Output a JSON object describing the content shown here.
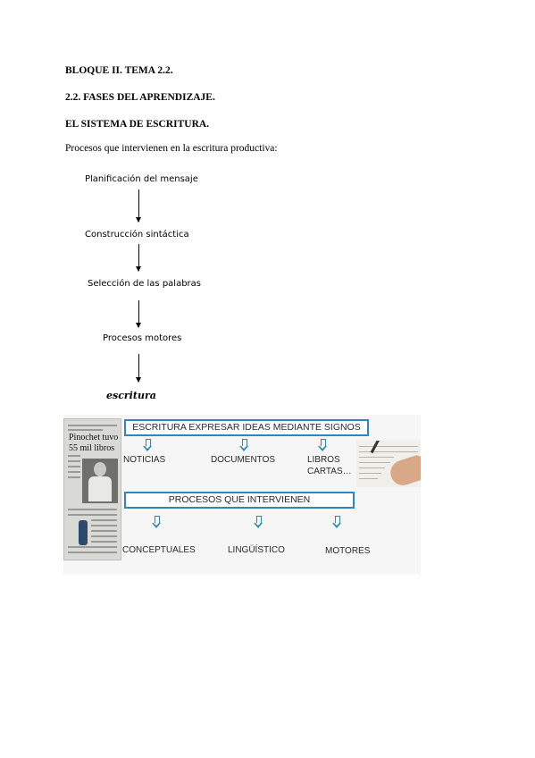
{
  "heading1": "BLOQUE II. TEMA 2.2.",
  "heading2": "2.2. FASES DEL APRENDIZAJE.",
  "heading3": "EL SISTEMA DE ESCRITURA.",
  "intro": "Procesos que intervienen en la escritura productiva:",
  "flow": {
    "steps": [
      "Planificación del mensaje",
      "Construcción sintáctica",
      "Selección de las palabras",
      "Procesos motores"
    ],
    "result": "escritura"
  },
  "graphic": {
    "newspaper": {
      "headline_line1": "Pinochet tuvo",
      "headline_line2": "55 mil libros"
    },
    "top_box": "ESCRITURA EXPRESAR IDEAS MEDIANTE SIGNOS",
    "top_items": [
      "NOTICIAS",
      "DOCUMENTOS",
      "LIBROS",
      "CARTAS…"
    ],
    "middle_box": "PROCESOS QUE INTERVIENEN",
    "bottom_items": [
      "CONCEPTUALES",
      "LINGÜÍSTICO",
      "MOTORES"
    ],
    "accent_color": "#2f86b7"
  }
}
